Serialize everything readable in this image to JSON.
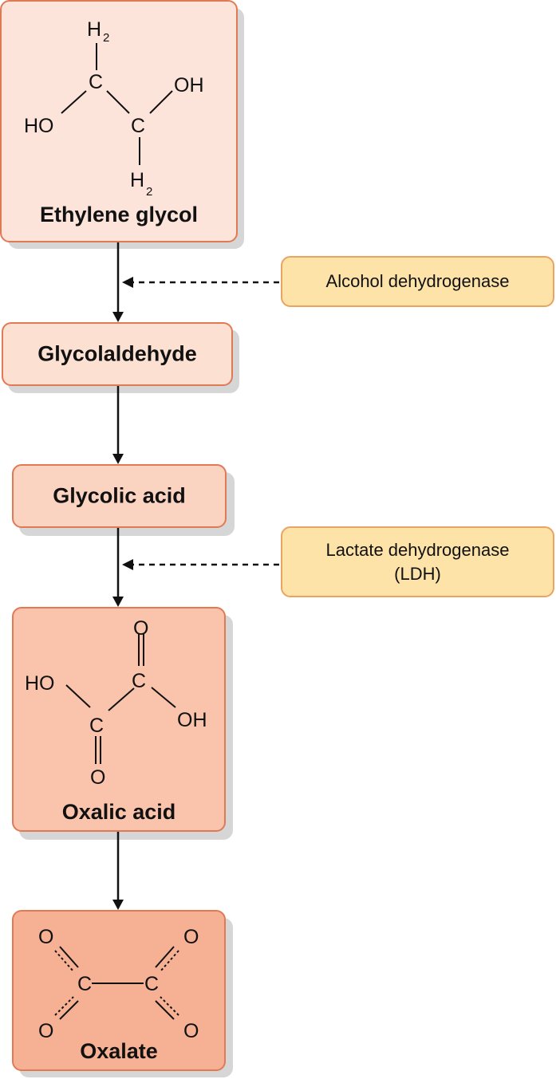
{
  "compounds": {
    "ethylene_glycol": {
      "name": "Ethylene glycol",
      "atoms": {
        "h2_top": "H",
        "h2_bottom": "H",
        "sub2": "2",
        "c1": "C",
        "c2": "C",
        "oh": "OH",
        "ho": "HO"
      },
      "fill": "#fce4da"
    },
    "glycolaldehyde": {
      "name": "Glycolaldehyde",
      "fill": "#fce0d2"
    },
    "glycolic_acid": {
      "name": "Glycolic acid",
      "fill": "#fbd3c1"
    },
    "oxalic_acid": {
      "name": "Oxalic acid",
      "atoms": {
        "o_top": "O",
        "c_upper": "C",
        "ho": "HO",
        "oh": "OH",
        "c_lower": "C",
        "o_bottom": "O"
      },
      "fill": "#f9c4ab"
    },
    "oxalate": {
      "name": "Oxalate",
      "atoms": {
        "o_tl": "O",
        "o_tr": "O",
        "c_left": "C",
        "c_right": "C",
        "o_bl": "O",
        "o_br": "O"
      },
      "fill": "#f6b093"
    }
  },
  "enzymes": {
    "alcohol_dh": {
      "line1": "Alcohol dehydrogenase"
    },
    "lactate_dh": {
      "line1": "Lactate dehydrogenase",
      "line2": "(LDH)"
    }
  },
  "colors": {
    "box_border": "#e07a55",
    "enzyme_fill": "#fde3a8",
    "enzyme_border": "#e9a461",
    "arrow": "#111111"
  }
}
